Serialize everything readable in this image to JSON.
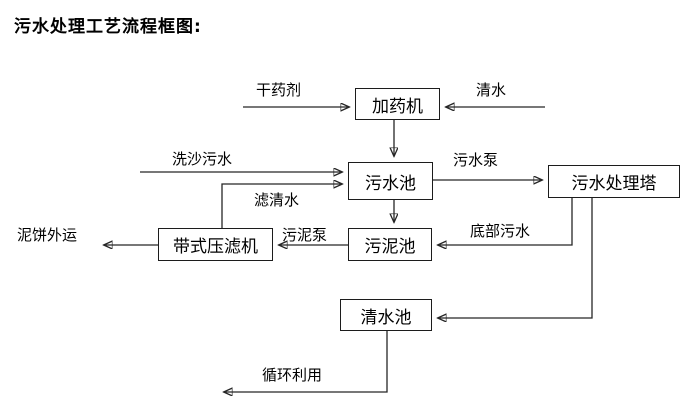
{
  "title": "污水处理工艺流程框图:",
  "nodes": {
    "dosing_machine": {
      "label": "加药机"
    },
    "sewage_pool": {
      "label": "污水池"
    },
    "treatment_tower": {
      "label": "污水处理塔"
    },
    "belt_filter_press": {
      "label": "带式压滤机"
    },
    "sludge_pool": {
      "label": "污泥池"
    },
    "clear_water_pool": {
      "label": "清水池"
    }
  },
  "flow_labels": {
    "dry_agent": "干药剂",
    "clear_water_in": "清水",
    "sand_washing_sewage": "洗沙污水",
    "filtered_water": "滤清水",
    "sewage_pump": "污水泵",
    "sludge_pump": "污泥泵",
    "mud_cake_out": "泥饼外运",
    "bottom_sewage": "底部污水",
    "recycle_use": "循环利用"
  },
  "colors": {
    "line": "#262626",
    "text": "#000000",
    "background": "#ffffff"
  }
}
